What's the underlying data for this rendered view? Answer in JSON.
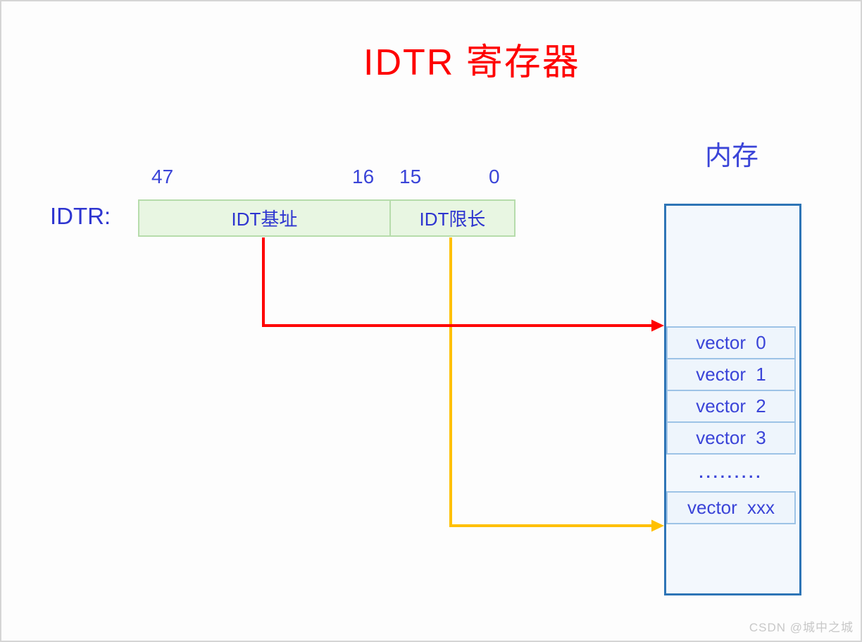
{
  "title": "IDTR 寄存器",
  "register": {
    "label": "IDTR:",
    "bit_labels": [
      "47",
      "16",
      "15",
      "0"
    ],
    "fields": [
      {
        "label": "IDT基址"
      },
      {
        "label": "IDT限长"
      }
    ],
    "fill_color": "#e8f6e2",
    "border_color": "#b6dcab"
  },
  "memory": {
    "label": "内存",
    "rows": [
      "vector 0",
      "vector 1",
      "vector 2",
      "vector 3",
      ".........",
      "vector xxx"
    ],
    "fill_color": "#f3f8fd",
    "border_color": "#2e75b6",
    "cell_border_color": "#9dc3e6"
  },
  "arrows": {
    "base": {
      "color": "#fe0000"
    },
    "limit": {
      "color": "#ffc000"
    }
  },
  "text_color_blue": "#3a44d8",
  "title_color": "#fe0000",
  "watermark": "CSDN @城中之城"
}
